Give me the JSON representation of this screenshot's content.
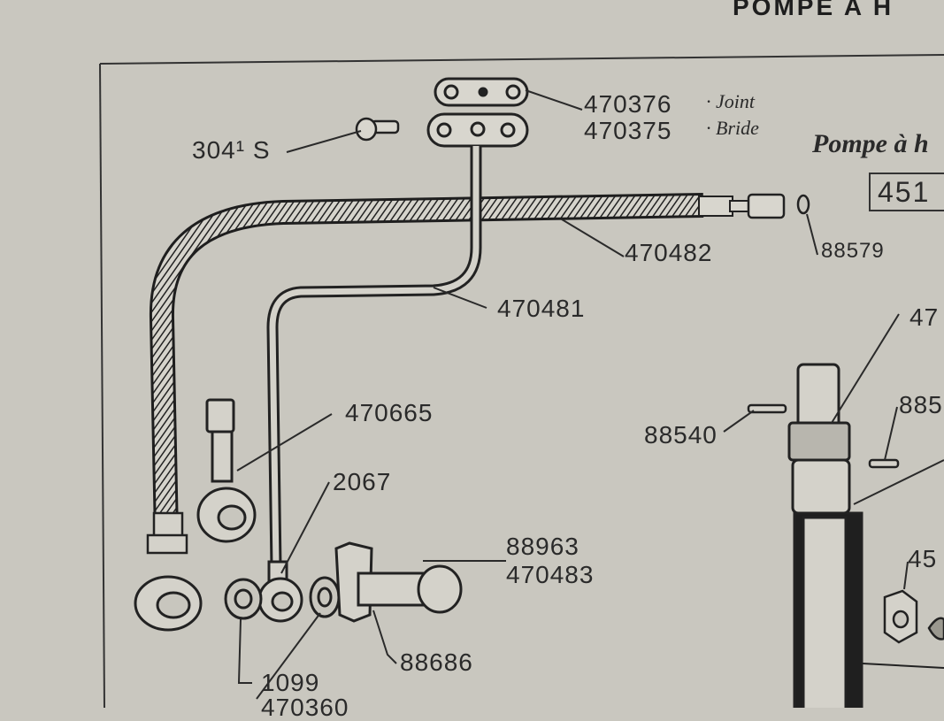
{
  "header": {
    "title": "POMPE A H"
  },
  "pump": {
    "title": "Pompe à h",
    "ref": "451"
  },
  "parts": {
    "p304s": "304¹ S",
    "p470376": "470376",
    "joint": "· Joint",
    "p470375": "470375",
    "bride": "· Bride",
    "p470482": "470482",
    "p88579": "88579",
    "p470481": "470481",
    "p470665": "470665",
    "p2067": "2067",
    "p88963": "88963",
    "p470483": "470483",
    "p88686": "88686",
    "p1099": "1099",
    "p470360": "470360",
    "p88540": "88540",
    "p47x": "47",
    "p885x": "885",
    "p45x": "45"
  },
  "colors": {
    "paper": "#c9c7bf",
    "ink": "#2a2a2a"
  }
}
